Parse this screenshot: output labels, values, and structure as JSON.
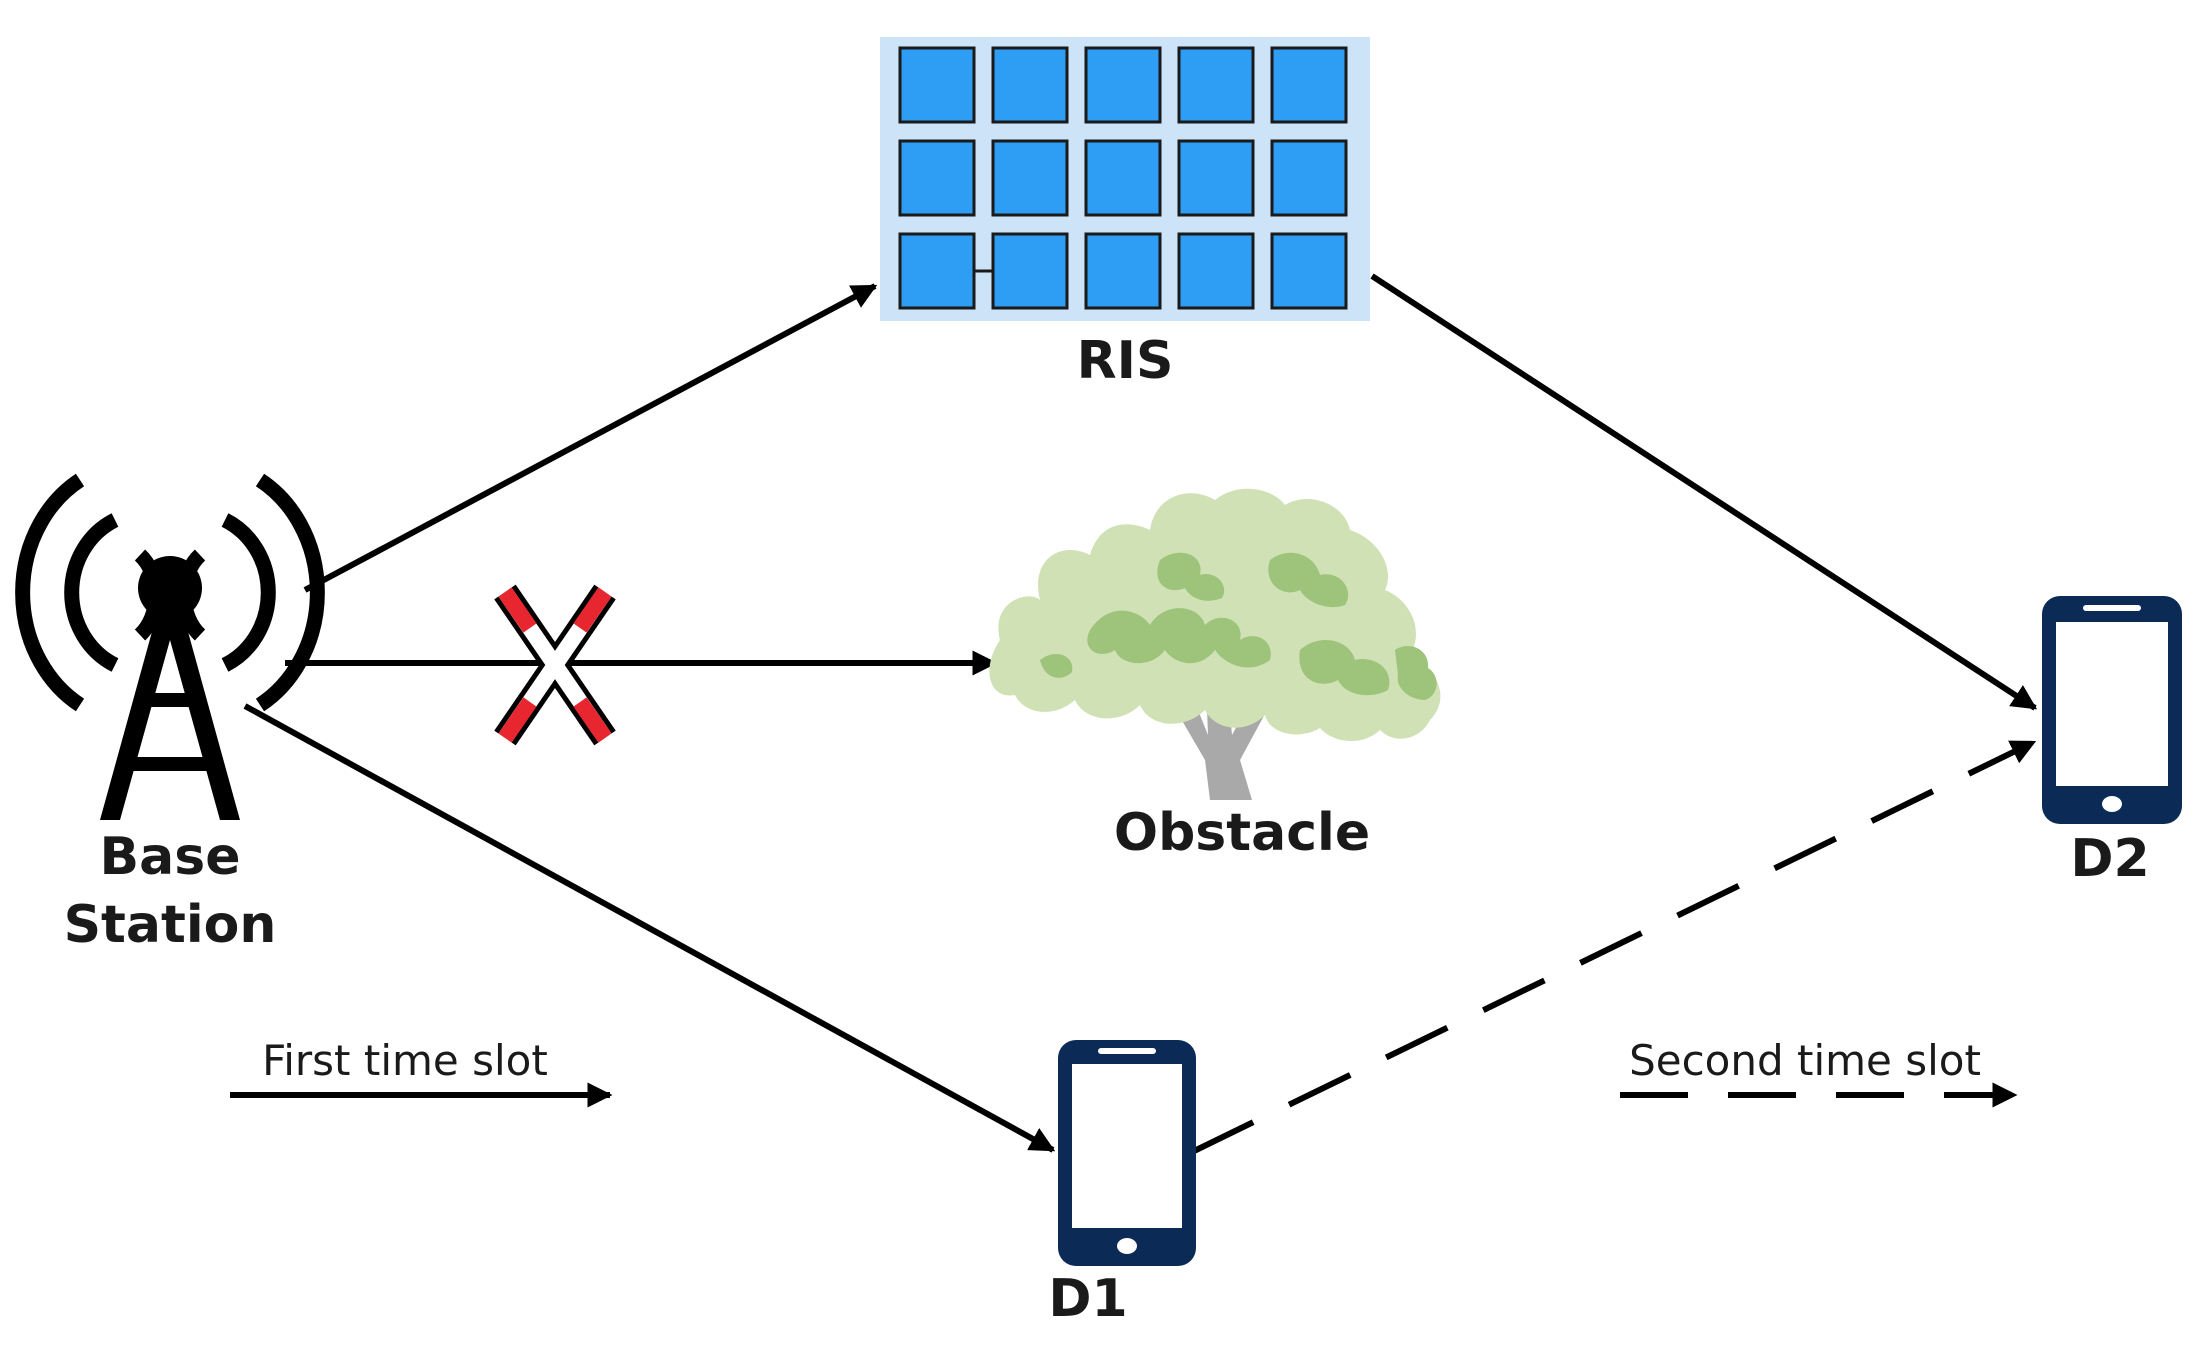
{
  "labels": {
    "ris": "RIS",
    "base_station_line1": "Base",
    "base_station_line2": "Station",
    "obstacle": "Obstacle",
    "d1": "D1",
    "d2": "D2"
  },
  "legend": {
    "first_slot": "First time slot",
    "second_slot": "Second time slot"
  },
  "colors": {
    "ris_panel": "#cde3f7",
    "ris_cell": "#2e9df4",
    "device": "#0b2a55",
    "tree_light": "#d0e1b5",
    "tree_dark": "#9ec47c",
    "trunk": "#a9a9a9",
    "blocked_mark": "#e8262f",
    "line": "#000000"
  },
  "icons": {
    "base_station": "antenna-tower-icon",
    "obstacle": "tree-icon",
    "device": "smartphone-icon",
    "blocked": "blocked-x-icon",
    "ris": "ris-panel-icon"
  }
}
